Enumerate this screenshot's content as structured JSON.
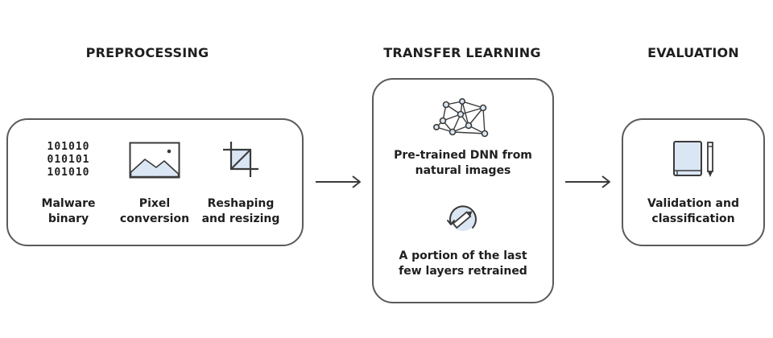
{
  "headings": {
    "preprocessing": "PREPROCESSING",
    "transfer_learning": "TRANSFER LEARNING",
    "evaluation": "EVALUATION"
  },
  "preprocessing": {
    "binary_lines": [
      "101010",
      "010101",
      "101010"
    ],
    "steps": [
      {
        "line1": "Malware",
        "line2": "binary",
        "icon": "binary-code-icon"
      },
      {
        "line1": "Pixel",
        "line2": "conversion",
        "icon": "image-icon"
      },
      {
        "line1": "Reshaping",
        "line2": "and resizing",
        "icon": "crop-icon"
      }
    ]
  },
  "transfer_learning": {
    "steps": [
      {
        "line1": "Pre-trained DNN from",
        "line2": "natural images",
        "icon": "neural-network-icon"
      },
      {
        "line1": "A portion of the last",
        "line2": "few layers retrained",
        "icon": "retrain-pencil-icon"
      }
    ]
  },
  "evaluation": {
    "steps": [
      {
        "line1": "Validation and",
        "line2": "classification",
        "icon": "book-pencil-icon"
      }
    ]
  },
  "colors": {
    "stroke": "#5a5a5a",
    "icon_fill": "#dbe6f4",
    "text": "#1f1f1f"
  }
}
